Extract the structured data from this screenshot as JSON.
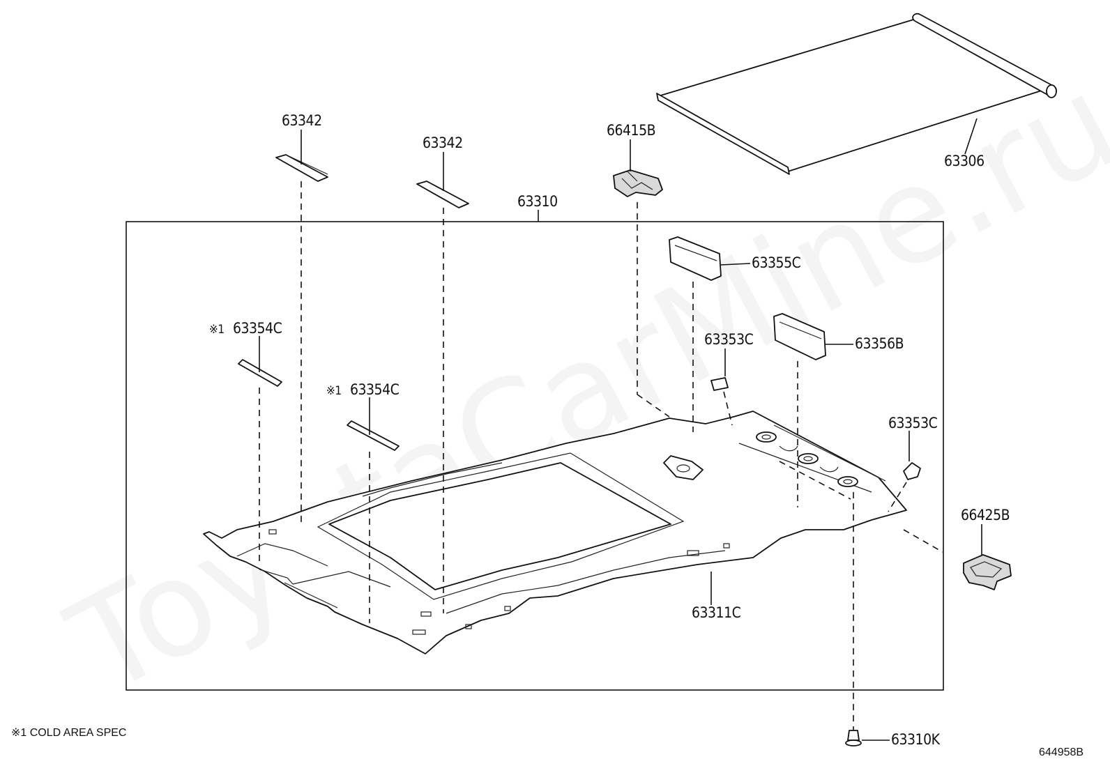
{
  "watermark": "ToyotaCarMine.ru",
  "frame_label": "63310",
  "labels": {
    "p63342_a": "63342",
    "p63342_b": "63342",
    "p66415B": "66415B",
    "p63306": "63306",
    "p63355C": "63355C",
    "p63354C_a_mark": "※1",
    "p63354C_a": "63354C",
    "p63354C_b_mark": "※1",
    "p63354C_b": "63354C",
    "p63353C_a": "63353C",
    "p63356B": "63356B",
    "p63353C_b": "63353C",
    "p66425B": "66425B",
    "p63311C": "63311C",
    "p63310K": "63310K"
  },
  "footnote": "※1 COLD AREA SPEC",
  "diagram_code": "644958B"
}
